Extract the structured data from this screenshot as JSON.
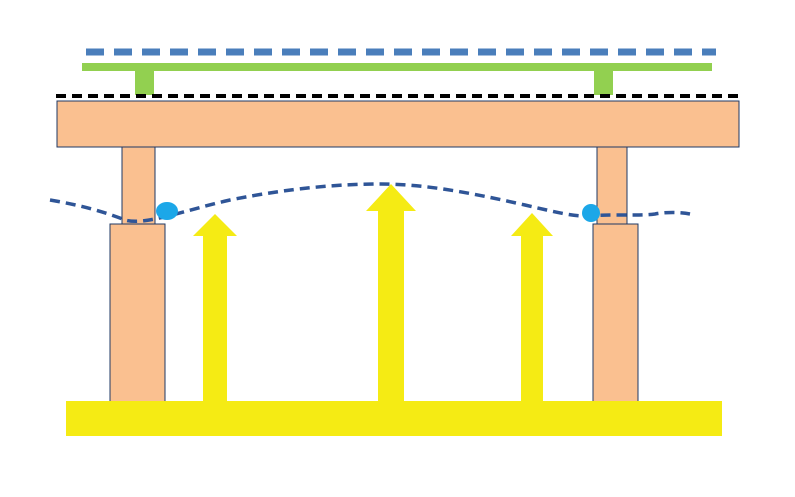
{
  "diagram": {
    "colors": {
      "background": "#ffffff",
      "panel_dashes": "#4A7EBB",
      "panel_rail": "#92D050",
      "beam_fill": "#FAC090",
      "beam_stroke": "#1F3864",
      "dashed_line": "#000000",
      "wave_line": "#2F5597",
      "droplet": "#1CA7E8",
      "arrow": "#F5EB14",
      "ground": "#F5EB14"
    },
    "components": [
      "panel-dash-line",
      "panel-rail",
      "rail-support-left",
      "rail-support-right",
      "black-dashed-line",
      "crossbeam",
      "post-upper-left",
      "post-upper-right",
      "post-lower-left",
      "post-lower-right",
      "wave-line",
      "droplet-left",
      "droplet-right",
      "arrow-left",
      "arrow-center",
      "arrow-right",
      "ground-slab"
    ]
  }
}
